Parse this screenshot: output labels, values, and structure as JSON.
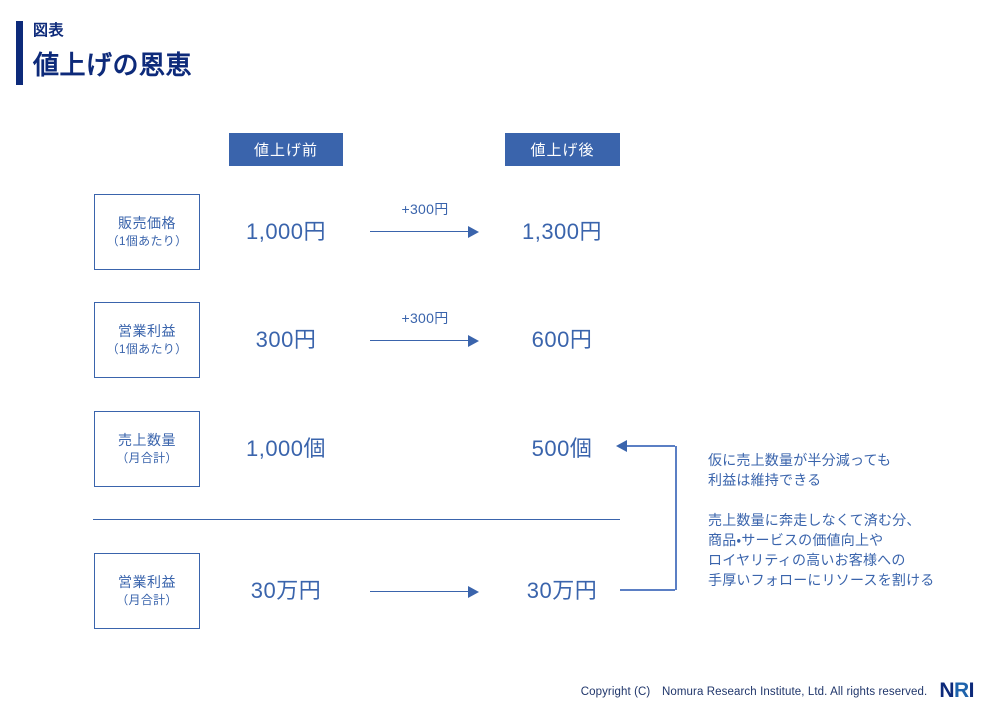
{
  "title": {
    "kicker": "図表",
    "main": "値上げの恩恵"
  },
  "colors": {
    "navy": "#0d2a7a",
    "blue": "#3a64ac",
    "light_blue": "#5b7fc4",
    "badge_bg": "#3a64ac",
    "badge_text": "#ffffff"
  },
  "columns": {
    "before_label": "値上げ前",
    "after_label": "値上げ後"
  },
  "rows": [
    {
      "label_main": "販売価格",
      "label_sub": "（1個あたり）",
      "before_value": "1,000円",
      "after_value": "1,300円",
      "arrow_label": "+300円",
      "has_arrow": true
    },
    {
      "label_main": "営業利益",
      "label_sub": "（1個あたり）",
      "before_value": "300円",
      "after_value": "600円",
      "arrow_label": "+300円",
      "has_arrow": true
    },
    {
      "label_main": "売上数量",
      "label_sub": "（月合計）",
      "before_value": "1,000個",
      "after_value": "500個",
      "arrow_label": "",
      "has_arrow": false
    },
    {
      "label_main": "営業利益",
      "label_sub": "（月合計）",
      "before_value": "30万円",
      "after_value": "30万円",
      "arrow_label": "",
      "has_arrow": true
    }
  ],
  "annotations": [
    "仮に売上数量が半分減っても\n利益は維持できる",
    "売上数量に奔走しなくて済む分、\n商品・サービスの価値向上や\nロイヤリティの高いお客様への\n手厚いフォローにリソースを割ける"
  ],
  "footer": {
    "copyright": "Copyright (C)　Nomura Research Institute, Ltd. All rights reserved.",
    "logo_n": "N",
    "logo_r": "R",
    "logo_i": "I"
  }
}
